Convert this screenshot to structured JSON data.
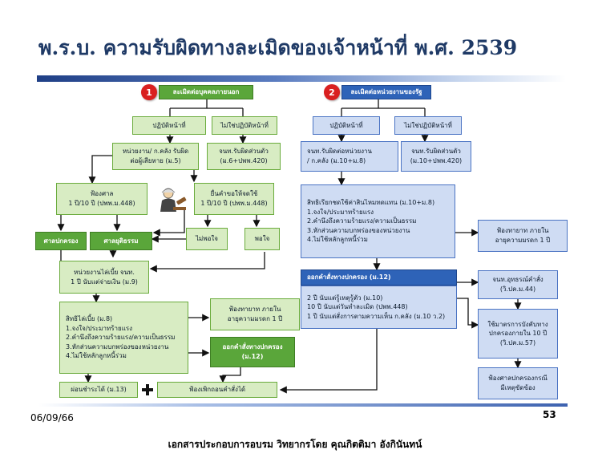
{
  "slide": {
    "title": "พ.ร.บ. ความรับผิดทางละเมิดของเจ้าหน้าที่ พ.ศ. 2539",
    "date": "06/09/66",
    "page_number": "53",
    "caption": "เอกสารประกอบการอบรม วิทยากรโดย คุณกิตติมา อังกินันทน์"
  },
  "diagram": {
    "left": {
      "number": "1",
      "header": "ละเมิดต่อบุคคลภายนอก",
      "on_duty": "ปฏิบัติหน้าที่",
      "off_duty": "ไม่ใช่ปฏิบัติหน้าที่",
      "agency_liable": [
        "หน่วยงาน/ ก.คลัง รับผิด",
        "ต่อผู้เสียหาย (ม.5)"
      ],
      "personal_liable": [
        "จนท.รับผิดส่วนตัว",
        "(ม.6+ปพพ.420)"
      ],
      "court": [
        "ฟ้องศาล",
        "1 ปี/10 ปี (ปพพ.ม.448)"
      ],
      "claim": [
        "ยื่นคำขอให้จดใช้",
        "1 ปี/10 ปี (ปพพ.ม.448)"
      ],
      "admin_court": "ศาลปกครอง",
      "justice_court": "ศาลยุติธรรม",
      "not_satisfied": "ไม่พอใจ",
      "satisfied": "พอใจ",
      "agency_paid": [
        "หน่วยงานไล่เบี้ย จนท.",
        "1 ปี นับแต่จ่ายเงิน (ม.9)"
      ],
      "recourse_rights": [
        "สิทธิไล่เบี้ย (ม.8)",
        "1.จงใจ/ประมาทร้ายแรง",
        "2.คำนึงถึงความร้ายแรง/ความเป็นธรรม",
        "3.หักส่วนความบกพร่องของหน่วยงาน",
        "4.ไม่ใช้หลักลูกหนี้ร่วม"
      ],
      "sue_heirs": [
        "ฟ้องทายาท ภายใน",
        "อายุความมรดก 1 ปี"
      ],
      "admin_order": [
        "ออกคำสั่งทางปกครอง",
        "(ม.12)"
      ],
      "installment": "ผ่อนชำระได้ (ม.13)",
      "cancel_order": "ฟ้องเพิกถอนคำสั่งได้"
    },
    "right": {
      "number": "2",
      "header": "ละเมิดต่อหน่วยงานของรัฐ",
      "on_duty": "ปฏิบัติหน้าที่",
      "off_duty": "ไม่ใช่ปฏิบัติหน้าที่",
      "officer_to_agency": [
        "จนท.รับผิดต่อหน่วยงาน",
        "/ ก.คลัง (ม.10+ม.8)"
      ],
      "personal_liable": [
        "จนท.รับผิดส่วนตัว",
        "(ม.10+ปพพ.420)"
      ],
      "compensation": [
        "สิทธิเรียกชดใช้ค่าสินไหมทดแทน (ม.10+ม.8)",
        "1.จงใจ/ประมาทร้ายแรง",
        "2.คำนึงถึงความร้ายแรง/ความเป็นธรรม",
        "3.หักส่วนความบกพร่องของหน่วยงาน",
        "4.ไม่ใช้หลักลูกหนี้ร่วม"
      ],
      "sue_heirs": [
        "ฟ้องทายาท ภายใน",
        "อายุความมรดก 1 ปี"
      ],
      "admin_order_header": "ออกคำสั่งทางปกครอง (ม.12)",
      "admin_order_body": [
        "2 ปี นับแต่รู้เหตุรู้ตัว (ม.10)",
        "10 ปี นับแต่วันทำละเมิด (ปพพ.448)",
        "1 ปี นับแต่สั่งการตามความเห็น ก.คลัง (ม.10 ว.2)"
      ],
      "appeal": [
        "จนท.อุทธรณ์คำสั่ง",
        "(วิ.ปค.ม.44)"
      ],
      "enforce": [
        "ใช้มาตรการบังคับทาง",
        "ปกครองภายใน 10 ปี",
        "(วิ.ปค.ม.57)"
      ],
      "admin_court": [
        "ฟ้องศาลปกครองกรณี",
        "มีเหตุขัดข้อง"
      ]
    }
  }
}
